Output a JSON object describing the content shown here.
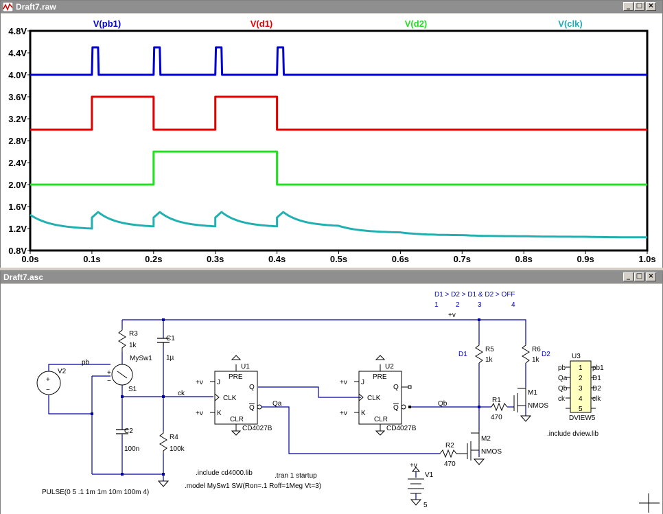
{
  "waveform_window": {
    "title": "Draft7.raw",
    "min_icon": "minimize-icon",
    "max_icon": "maximize-icon",
    "close_icon": "close-icon",
    "traces": [
      {
        "name": "V(pb1)",
        "color": "#0000d0"
      },
      {
        "name": "V(d1)",
        "color": "#e00000"
      },
      {
        "name": "V(d2)",
        "color": "#20e020"
      },
      {
        "name": "V(clk)",
        "color": "#20b0b0"
      }
    ],
    "y_ticks": [
      "4.8V",
      "4.4V",
      "4.0V",
      "3.6V",
      "3.2V",
      "2.8V",
      "2.4V",
      "2.0V",
      "1.6V",
      "1.2V",
      "0.8V"
    ],
    "x_ticks": [
      "0.0s",
      "0.1s",
      "0.2s",
      "0.3s",
      "0.4s",
      "0.5s",
      "0.6s",
      "0.7s",
      "0.8s",
      "0.9s",
      "1.0s"
    ]
  },
  "chart_data": {
    "type": "line",
    "xlabel": "",
    "ylabel": "",
    "xlim": [
      0,
      1.0
    ],
    "ylim": [
      0.8,
      4.8
    ],
    "series": [
      {
        "name": "V(pb1)",
        "x": [
          0,
          0.1,
          0.101,
          0.11,
          0.111,
          0.2,
          0.201,
          0.21,
          0.211,
          0.3,
          0.301,
          0.31,
          0.311,
          0.4,
          0.401,
          0.41,
          0.411,
          1.0
        ],
        "y": [
          4.0,
          4.0,
          4.5,
          4.5,
          4.0,
          4.0,
          4.5,
          4.5,
          4.0,
          4.0,
          4.5,
          4.5,
          4.0,
          4.0,
          4.5,
          4.5,
          4.0,
          4.0
        ]
      },
      {
        "name": "V(d1)",
        "x": [
          0,
          0.1,
          0.1,
          0.2,
          0.2,
          0.3,
          0.3,
          0.4,
          0.4,
          1.0
        ],
        "y": [
          3.0,
          3.0,
          3.6,
          3.6,
          3.0,
          3.0,
          3.6,
          3.6,
          3.0,
          3.0
        ]
      },
      {
        "name": "V(d2)",
        "x": [
          0,
          0.2,
          0.2,
          0.4,
          0.4,
          1.0
        ],
        "y": [
          2.0,
          2.0,
          2.6,
          2.6,
          2.0,
          2.0
        ]
      },
      {
        "name": "V(clk)",
        "x": [
          0,
          0.1,
          0.1,
          0.11,
          0.2,
          0.2,
          0.21,
          0.3,
          0.3,
          0.31,
          0.4,
          0.4,
          0.41,
          0.5,
          0.6,
          0.7,
          0.8,
          0.9,
          1.0
        ],
        "y": [
          1.45,
          1.2,
          1.4,
          1.5,
          1.24,
          1.4,
          1.5,
          1.24,
          1.4,
          1.5,
          1.24,
          1.4,
          1.5,
          1.25,
          1.13,
          1.08,
          1.06,
          1.05,
          1.04
        ]
      }
    ]
  },
  "schematic_window": {
    "title": "Draft7.asc",
    "legend_line1": "D1 > D2  > D1 & D2 > OFF",
    "legend_line2_1": "1",
    "legend_line2_2": "2",
    "legend_line2_3": "3",
    "legend_line2_4": "4",
    "net_pb": "pb",
    "net_ck": "ck",
    "net_qa": "Qa",
    "net_qb": "Qb",
    "net_vplus": "+v",
    "net_d1": "D1",
    "net_d2": "D2",
    "v2": "V2",
    "v1": "V1",
    "v1_value": "5",
    "r3": "R3",
    "r3_val": "1k",
    "r4": "R4",
    "r4_val": "100k",
    "r5": "R5",
    "r5_val": "1k",
    "r6": "R6",
    "r6_val": "1k",
    "r1": "R1",
    "r1_val": "470",
    "r2": "R2",
    "r2_val": "470",
    "c1": "C1",
    "c1_val": "1µ",
    "c2": "C2",
    "c2_val": "100n",
    "s1": "S1",
    "s1_model": "MySw1",
    "m1": "M1",
    "m1_model": "NMOS",
    "m2": "M2",
    "m2_model": "NMOS",
    "u1": "U1",
    "u1_part": "CD4027B",
    "u2": "U2",
    "u2_part": "CD4027B",
    "u3": "U3",
    "u3_part": "DVIEW5",
    "pin_pre": "PRE",
    "pin_clr": "CLR",
    "pin_j": "J",
    "pin_k": "K",
    "pin_clk": "CLK",
    "pin_q": "Q",
    "pin_qbar": "Q",
    "dview_left": [
      "pb",
      "Qa",
      "Qb",
      "ck",
      ""
    ],
    "dview_nums": [
      "1",
      "2",
      "3",
      "4",
      "5"
    ],
    "dview_right": [
      "pb1",
      "D1",
      "D2",
      "clk",
      ""
    ],
    "dir_include_cd": ".include cd4000.lib",
    "dir_model": ".model MySw1  SW(Ron=.1 Roff=1Meg Vt=3)",
    "dir_tran": ".tran 1 startup",
    "dir_include_dview": ".include dview.lib",
    "dir_pulse": "PULSE(0 5 .1 1m 1m 10m 100m 4)"
  }
}
